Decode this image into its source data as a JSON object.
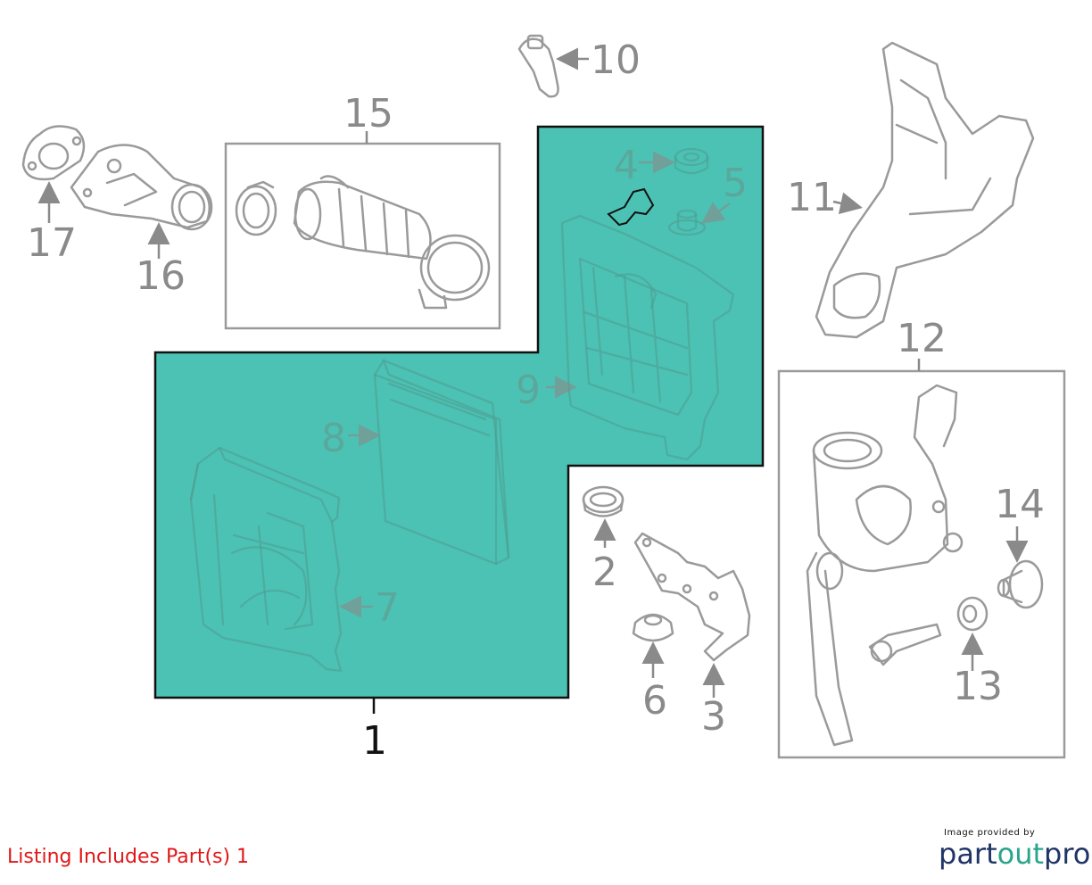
{
  "diagram": {
    "callouts": {
      "c1": "1",
      "c2": "2",
      "c3": "3",
      "c4": "4",
      "c5": "5",
      "c6": "6",
      "c7": "7",
      "c8": "8",
      "c9": "9",
      "c10": "10",
      "c11": "11",
      "c12": "12",
      "c13": "13",
      "c14": "14",
      "c15": "15",
      "c16": "16",
      "c17": "17"
    },
    "highlight_color": "#4cc2b4"
  },
  "footer": {
    "listing_note": "Listing Includes Part(s) 1"
  },
  "brand": {
    "caption": "Image provided by",
    "name_part1": "part",
    "name_part2": "out",
    "name_part3": "pro"
  }
}
